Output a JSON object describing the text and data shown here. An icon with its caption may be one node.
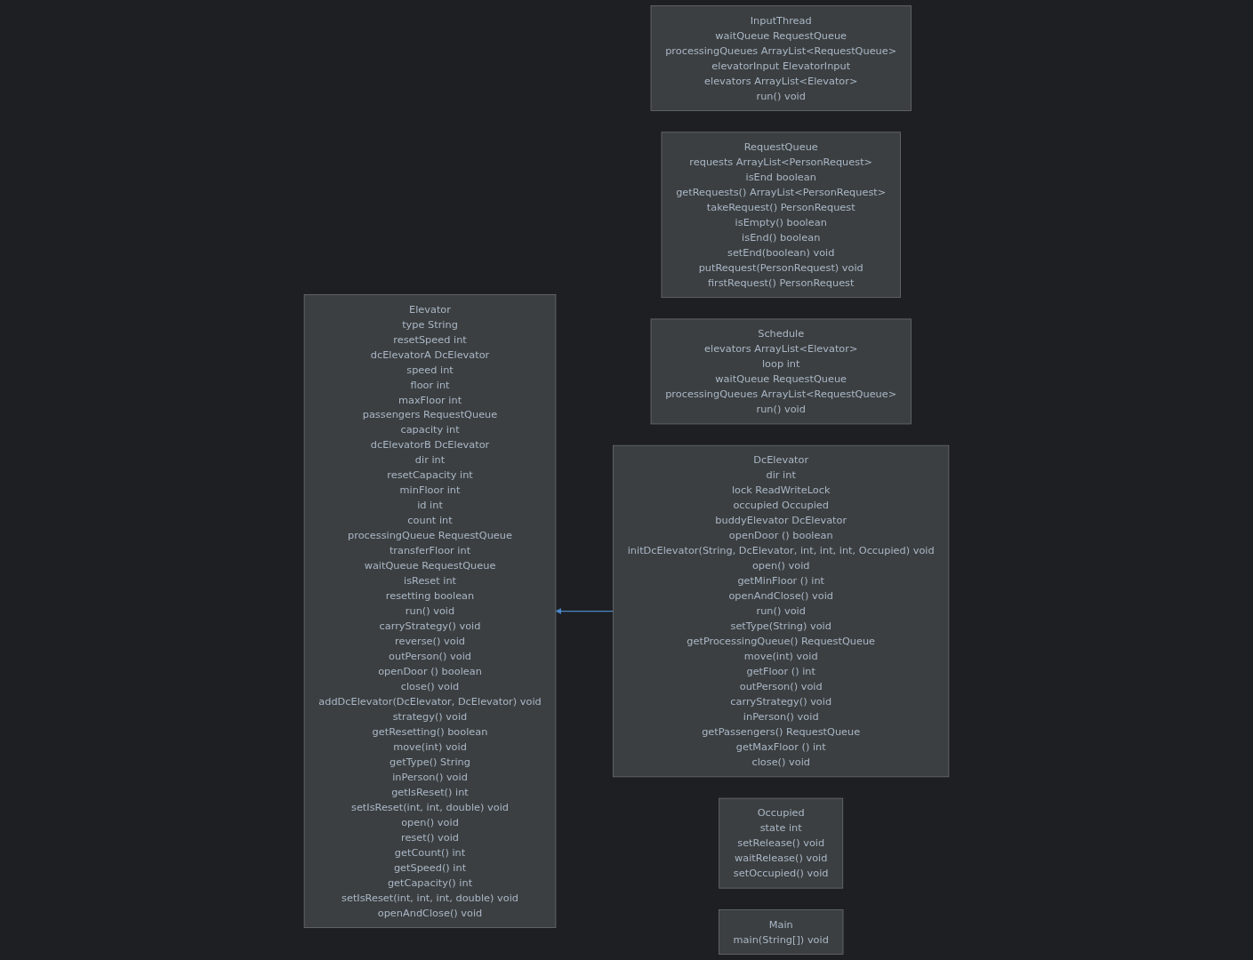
{
  "diagram": {
    "nodes": [
      {
        "text": [
          "Elevator",
          "type String",
          "resetSpeed int",
          "dcElevatorA DcElevator",
          "speed int",
          "floor int",
          "maxFloor int",
          "passengers RequestQueue",
          "capacity int",
          "dcElevatorB DcElevator",
          "dir int",
          "resetCapacity int",
          "minFloor int",
          "id int",
          "count int",
          "processingQueue RequestQueue",
          "transferFloor int",
          "waitQueue RequestQueue",
          "isReset int",
          "resetting boolean",
          "run() void",
          "carryStrategy() void",
          "reverse() void",
          "outPerson() void",
          "openDoor () boolean",
          "close() void",
          "addDcElevator(DcElevator, DcElevator) void",
          "strategy() void",
          "getResetting() boolean",
          "move(int) void",
          "getType() String",
          "inPerson() void",
          "getIsReset() int",
          "setIsReset(int, int, double) void",
          "open() void",
          "reset() void",
          "getCount() int",
          "getSpeed() int",
          "getCapacity() int",
          "setIsReset(int, int, int, double) void",
          "openAndClose() void"
        ]
      },
      {
        "text": [
          "InputThread",
          "waitQueue RequestQueue",
          "processingQueues ArrayList<RequestQueue>",
          "elevatorInput ElevatorInput",
          "elevators ArrayList<Elevator>",
          "run() void"
        ]
      },
      {
        "text": [
          "RequestQueue",
          "requests ArrayList<PersonRequest>",
          "isEnd boolean",
          "getRequests() ArrayList<PersonRequest>",
          "takeRequest() PersonRequest",
          "isEmpty() boolean",
          "isEnd() boolean",
          "setEnd(boolean) void",
          "putRequest(PersonRequest) void",
          "firstRequest() PersonRequest"
        ]
      },
      {
        "text": [
          "Schedule",
          "elevators ArrayList<Elevator>",
          "loop int",
          "waitQueue RequestQueue",
          "processingQueues ArrayList<RequestQueue>",
          "run() void"
        ]
      },
      {
        "text": [
          "DcElevator",
          "dir int",
          "lock ReadWriteLock",
          "occupied Occupied",
          "buddyElevator DcElevator",
          "openDoor () boolean",
          "initDcElevator(String, DcElevator, int, int, int, Occupied) void",
          "open() void",
          "getMinFloor () int",
          "openAndClose() void",
          "run() void",
          "setType(String) void",
          "getProcessingQueue() RequestQueue",
          "move(int) void",
          "getFloor () int",
          "outPerson() void",
          "carryStrategy() void",
          "inPerson() void",
          "getPassengers() RequestQueue",
          "getMaxFloor () int",
          "close() void"
        ]
      },
      {
        "text": [
          "Occupied",
          "state int",
          "setRelease() void",
          "waitRelease() void",
          "setOccupied() void"
        ]
      },
      {
        "text": [
          "Main",
          "main(String[]) void"
        ]
      }
    ],
    "edges": [
      {
        "from": 4,
        "to": 0,
        "arrow": "to"
      }
    ]
  }
}
